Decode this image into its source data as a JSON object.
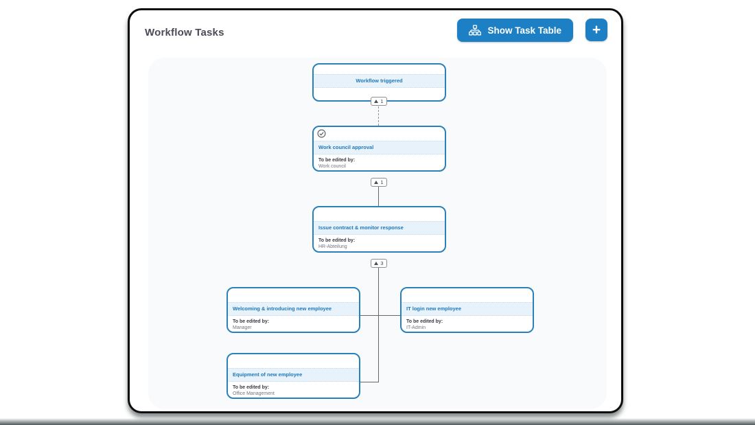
{
  "header": {
    "title": "Workflow Tasks",
    "show_task_table_label": "Show Task Table",
    "add_button_label": "+"
  },
  "colors": {
    "accent_blue": "#1e80c4",
    "node_border_blue": "#2980ba",
    "node_band_blue": "#e7f2fb",
    "connector_gray": "#63686c"
  },
  "icons": {
    "button_icon": "sitemap-icon",
    "approval_icon": "check-circle-icon",
    "badge_icon": "triangle-up-icon"
  },
  "diagram": {
    "nodes": [
      {
        "title": "Workflow triggered",
        "badge": "1"
      },
      {
        "title": "Work council approval",
        "edited_by_label": "To be edited by:",
        "edited_by": "Work council",
        "badge": "1"
      },
      {
        "title": "Issue contract & monitor response",
        "edited_by_label": "To be edited by:",
        "edited_by": "HR-Abteilung",
        "badge": "3"
      },
      {
        "title": "Welcoming & introducing new employee",
        "edited_by_label": "To be edited by:",
        "edited_by": "Manager"
      },
      {
        "title": "IT login new employee",
        "edited_by_label": "To be edited by:",
        "edited_by": "IT-Admin"
      },
      {
        "title": "Equipment of new employee",
        "edited_by_label": "To be edited by:",
        "edited_by": "Office Management"
      }
    ]
  }
}
